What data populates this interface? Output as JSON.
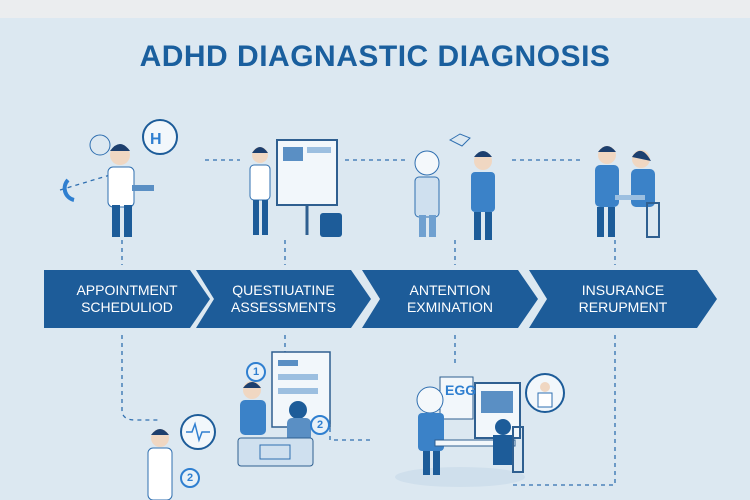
{
  "title": "ADHD DIAGNASTIC DIAGNOSIS",
  "steps": [
    {
      "line1": "APPOINTMENT",
      "line2": "SCHEDULIOD"
    },
    {
      "line1": "QUESTIUATINE",
      "line2": "ASSESSMENTS"
    },
    {
      "line1": "ANTENTION",
      "line2": "EXMINATION"
    },
    {
      "line1": "INSURANCE",
      "line2": "RERUPMENT"
    }
  ],
  "badges": [
    "1",
    "2",
    "2"
  ],
  "monitor_label": "EGG",
  "colors": {
    "background": "#dce8f1",
    "primary": "#1d5c99",
    "accent": "#2f7fd0"
  }
}
